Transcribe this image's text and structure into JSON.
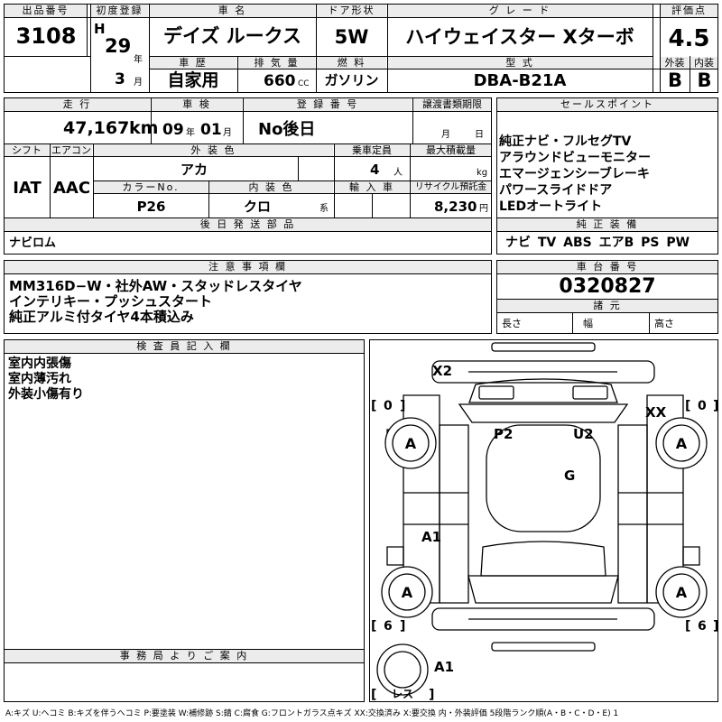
{
  "header": {
    "lot_no_label": "出品番号",
    "lot_no": "3108",
    "first_reg_label": "初度登録",
    "era": "H",
    "year": "29",
    "year_unit": "年",
    "month": "3",
    "month_unit": "月",
    "car_name_label": "車 名",
    "car_name": "デイズ ルークス",
    "door_label": "ドア形状",
    "door": "5W",
    "grade_label": "グ レ ー ド",
    "grade": "ハイウェイスター Xターボ",
    "score_label": "評価点",
    "score": "4.5",
    "history_label": "車 歴",
    "history": "自家用",
    "displacement_label": "排 気 量",
    "displacement": "660",
    "displacement_unit": "CC",
    "fuel_label": "燃 料",
    "fuel": "ガソリン",
    "model_label": "型 式",
    "model": "DBA-B21A",
    "exterior_label": "外装",
    "exterior_grade": "B",
    "interior_label": "内装",
    "interior_grade": "B"
  },
  "details": {
    "mileage_label": "走 行",
    "mileage": "47,167",
    "mileage_unit": "km",
    "inspection_label": "車 検",
    "inspection_year": "09",
    "inspection_year_unit": "年",
    "inspection_month": "01",
    "inspection_month_unit": "月",
    "registration_label": "登 録 番 号",
    "registration": "No後日",
    "transfer_label": "譲渡書類期限",
    "transfer_month_unit": "月",
    "transfer_day_unit": "日",
    "shift_label": "シフト",
    "shift": "IAT",
    "ac_label": "エアコン",
    "ac": "AAC",
    "color_label": "外 装 色",
    "color": "アカ",
    "seats_label": "乗車定員",
    "seats": "4",
    "seats_unit": "人",
    "load_label": "最大積載量",
    "load_unit": "kg",
    "color_no_label": "カラーNo.",
    "color_no": "P26",
    "interior_color_label": "内 装 色",
    "interior_color": "クロ",
    "interior_color_unit": "系",
    "import_label": "輸 入 車",
    "recycle_label": "リサイクル預託金",
    "recycle": "8,230",
    "recycle_unit": "円",
    "later_parts_label": "後 日 発 送 部 品",
    "later_parts": "ナビロム"
  },
  "sales_points": {
    "label": "セールスポイント",
    "items": [
      "純正ナビ・フルセグTV",
      "アラウンドビューモニター",
      "エマージェンシーブレーキ",
      "パワースライドドア",
      "LEDオートライト"
    ]
  },
  "equipment": {
    "label": "純 正 装 備",
    "value": "ナビ TV ABS エアB PS PW"
  },
  "notes": {
    "label": "注 意 事 項 欄",
    "lines": [
      "MM316D−W・社外AW・スタッドレスタイヤ",
      "インテリキー・プッシュスタート",
      "純正アルミ付タイヤ4本積込み"
    ]
  },
  "chassis": {
    "label": "車 台 番 号",
    "number": "0320827",
    "specs_label": "諸 元",
    "length_label": "長さ",
    "width_label": "幅",
    "height_label": "高さ"
  },
  "inspector": {
    "label": "検 査 員 記 入 欄",
    "lines": [
      "室内内張傷",
      "室内薄汚れ",
      "外装小傷有り"
    ]
  },
  "office": {
    "label": "事 務 局 よ り ご 案 内"
  },
  "diagram": {
    "marks": {
      "x2": "X2",
      "p2": "P2",
      "u2": "U2",
      "xx": "XX",
      "g": "G",
      "a1_side": "A1",
      "a1_rear": "A1"
    },
    "tires": {
      "front_left": "A",
      "front_right": "A",
      "rear_left": "A",
      "rear_right": "A",
      "spare": "レス"
    },
    "tread": {
      "front_left": "0",
      "front_right": "0",
      "rear_left": "6",
      "rear_right": "6"
    }
  },
  "legend": "A:キズ U:ヘコミ B:キズを伴うヘコミ P:要塗装 W:補修跡 S:錆 C:腐食 G:フロントガラス点キズ XX:交換済み X:要交換 内・外装評価 5段階ランク順(A・B・C・D・E) 1"
}
